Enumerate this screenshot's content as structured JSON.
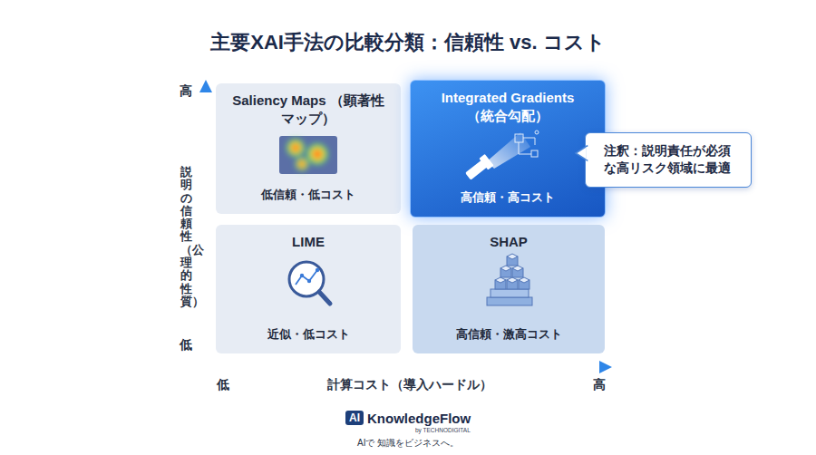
{
  "diagram": {
    "title": "主要XAI手法の比較分類：信頼性 vs. コスト",
    "nodes": [
      {
        "text": [
          "Saliency Maps （顕著性マップ）",
          "低信頼・低コスト"
        ]
      },
      {
        "text": [
          "Integrated Gradients （統合勾配）",
          "高信頼・高コスト"
        ]
      },
      {
        "text": [
          "注釈：説明責任が必須な高リスク領域に最適"
        ]
      },
      {
        "text": [
          "LIME",
          "近似・低コスト"
        ]
      },
      {
        "text": [
          "SHAP",
          "高信頼・激高コスト"
        ]
      }
    ],
    "labels": [
      "高",
      "説明の信頼性（公理的性質）",
      "低",
      "低",
      "計算コスト（導入ハードル）",
      "高",
      "AI",
      "KnowledgeFlow",
      "by TECHNODIGITAL",
      "AIで 知識をビジネスへ。"
    ]
  }
}
